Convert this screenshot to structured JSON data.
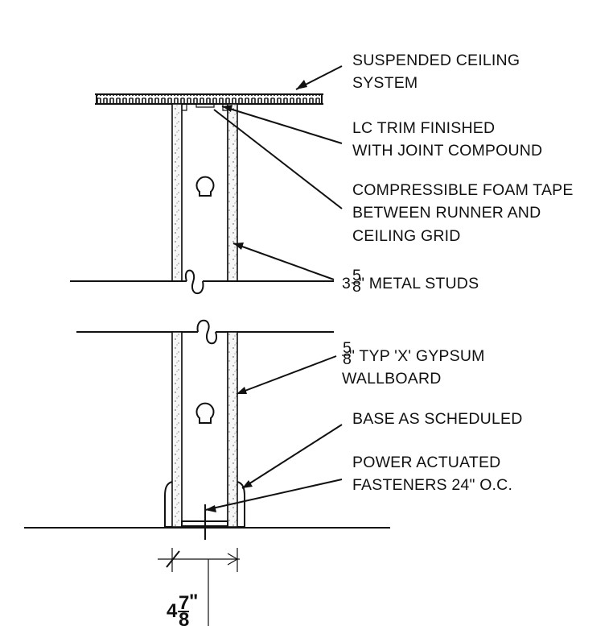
{
  "notes": {
    "ceiling": [
      "SUSPENDED CEILING",
      "SYSTEM"
    ],
    "trim": [
      "LC TRIM FINISHED",
      "WITH JOINT COMPOUND"
    ],
    "foam": [
      "COMPRESSIBLE FOAM TAPE",
      "BETWEEN RUNNER AND",
      "CEILING GRID"
    ],
    "studs": {
      "whole": "3",
      "num": "5",
      "den": "8",
      "suffix": "\" METAL STUDS"
    },
    "gypsum": {
      "num": "5",
      "den": "8",
      "line1_suffix": "\" TYP 'X' GYPSUM",
      "line2": "WALLBOARD"
    },
    "base": [
      "BASE AS SCHEDULED"
    ],
    "fasteners": [
      "POWER ACTUATED",
      "FASTENERS 24\" O.C."
    ]
  },
  "dimension": {
    "whole": "4",
    "num": "7",
    "den": "8",
    "unit": "\""
  }
}
